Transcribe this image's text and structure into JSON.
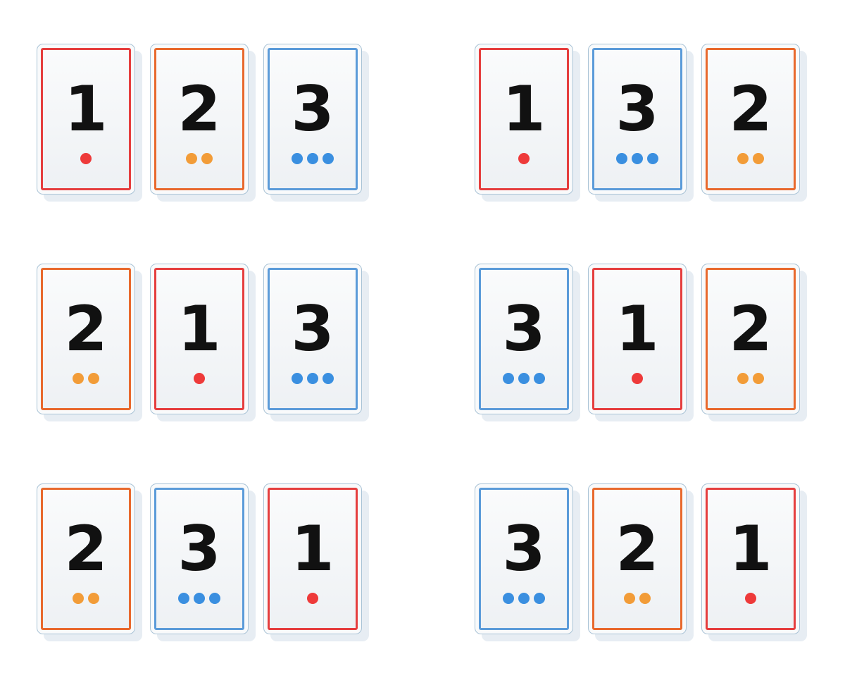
{
  "colors": {
    "card_1": "#e53e3e",
    "card_2": "#e8692d",
    "card_3": "#5b9bd9",
    "dot_1": "#ee3a3a",
    "dot_2": "#f29c38",
    "dot_3": "#3a8fe0"
  },
  "arrangements": [
    {
      "cards": [
        "1",
        "2",
        "3"
      ]
    },
    {
      "cards": [
        "1",
        "3",
        "2"
      ]
    },
    {
      "cards": [
        "2",
        "1",
        "3"
      ]
    },
    {
      "cards": [
        "3",
        "1",
        "2"
      ]
    },
    {
      "cards": [
        "2",
        "3",
        "1"
      ]
    },
    {
      "cards": [
        "3",
        "2",
        "1"
      ]
    }
  ]
}
